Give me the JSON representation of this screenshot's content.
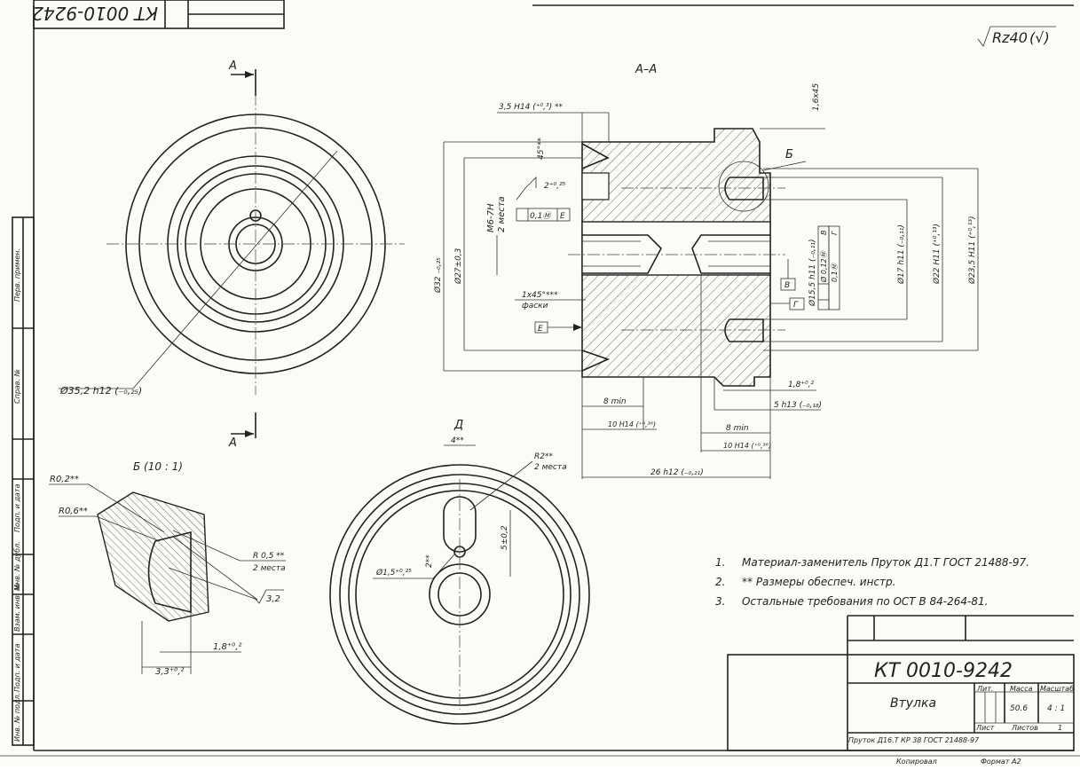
{
  "stamp_code": "КТ 0010-9242",
  "roughness": "Rz40",
  "section_labels": {
    "a_top": "A",
    "a_bottom": "A",
    "section": "A–A",
    "b": "Б",
    "d": "Д",
    "detail": "Б (10 : 1)"
  },
  "dims": {
    "d35": "Ø35,2 h12 (₋₀,₂₅)",
    "w35h": "3,5 H14 (⁺⁰,³) **",
    "c16": "1,6x45",
    "ang45": "45°**",
    "tol2": "2⁺⁰,²⁵",
    "m6": "M6-7H",
    "m6b": "2 места",
    "frame_tol": "0,1Ⓜ",
    "frame_datum": "Е",
    "d32": "Ø32 ₋₀,₂₅",
    "d27": "Ø27±0,3",
    "ch1": "1x45°***",
    "ch2": "фаски",
    "datE": "Е",
    "d155": "Ø15,5 h11 (₋₀,₁₁)",
    "pos1": "Ø 0,12Ⓜ",
    "pos1d": "В",
    "perp": "0,1Ⓜ",
    "perpd": "Г",
    "datB": "В",
    "datG": "Г",
    "d17": "Ø17 h11 (₋₀,₁₁)",
    "d22": "Ø22 H11 (⁺⁰,¹³)",
    "d235": "Ø23,5 H11 (⁺⁰,¹³)",
    "l8a": "8 min",
    "l10a": "10 H14 (⁺⁰,³⁶)",
    "l18": "1,8⁺⁰,²",
    "l5": "5 h13 (₋₀,₁₈)",
    "l8b": "8 min",
    "l10b": "10 H14 (⁺⁰,³⁶)",
    "l26": "26 h12 (₋₀,₂₁)",
    "r02": "R0,2**",
    "r06": "R0,6**",
    "r05": "R 0,5 **",
    "r05b": "2 места",
    "ra32": "3,2",
    "d33": "3,3⁺⁰,²",
    "d18b": "1,8⁺⁰,²",
    "d4": "4**",
    "r2": "R2**",
    "r2b": "2 места",
    "d2": "2**",
    "d5": "5±0,2",
    "d15": "Ø1,5⁺⁰,²⁵"
  },
  "notes": [
    {
      "num": "1.",
      "text": "Материал-заменитель Пруток Д1.Т ГОСТ 21488-97."
    },
    {
      "num": "2.",
      "text": "** Размеры обеспеч. инстр."
    },
    {
      "num": "3.",
      "text": "Остальные требования по ОСТ В 84-264-81."
    }
  ],
  "side_strip": [
    "Перв. примен.",
    "Справ. №",
    "Подп. и дата",
    "Инв. № дубл.",
    "Взам. инв. №",
    "Подп. и дата",
    "Инв. № подл."
  ],
  "title_block": {
    "code": "КТ 0010-9242",
    "name": "Втулка",
    "lit_label": "Лит.",
    "mass_label": "Масса",
    "scale_label": "Масштаб",
    "mass": "50.6",
    "scale": "4 : 1",
    "sheet_label": "Лист",
    "sheets_label": "Листов",
    "sheets": "1",
    "material": "Пруток Д16.Т КР 38 ГОСТ 21488-97",
    "copied": "Копировал",
    "format": "Формат А2"
  }
}
